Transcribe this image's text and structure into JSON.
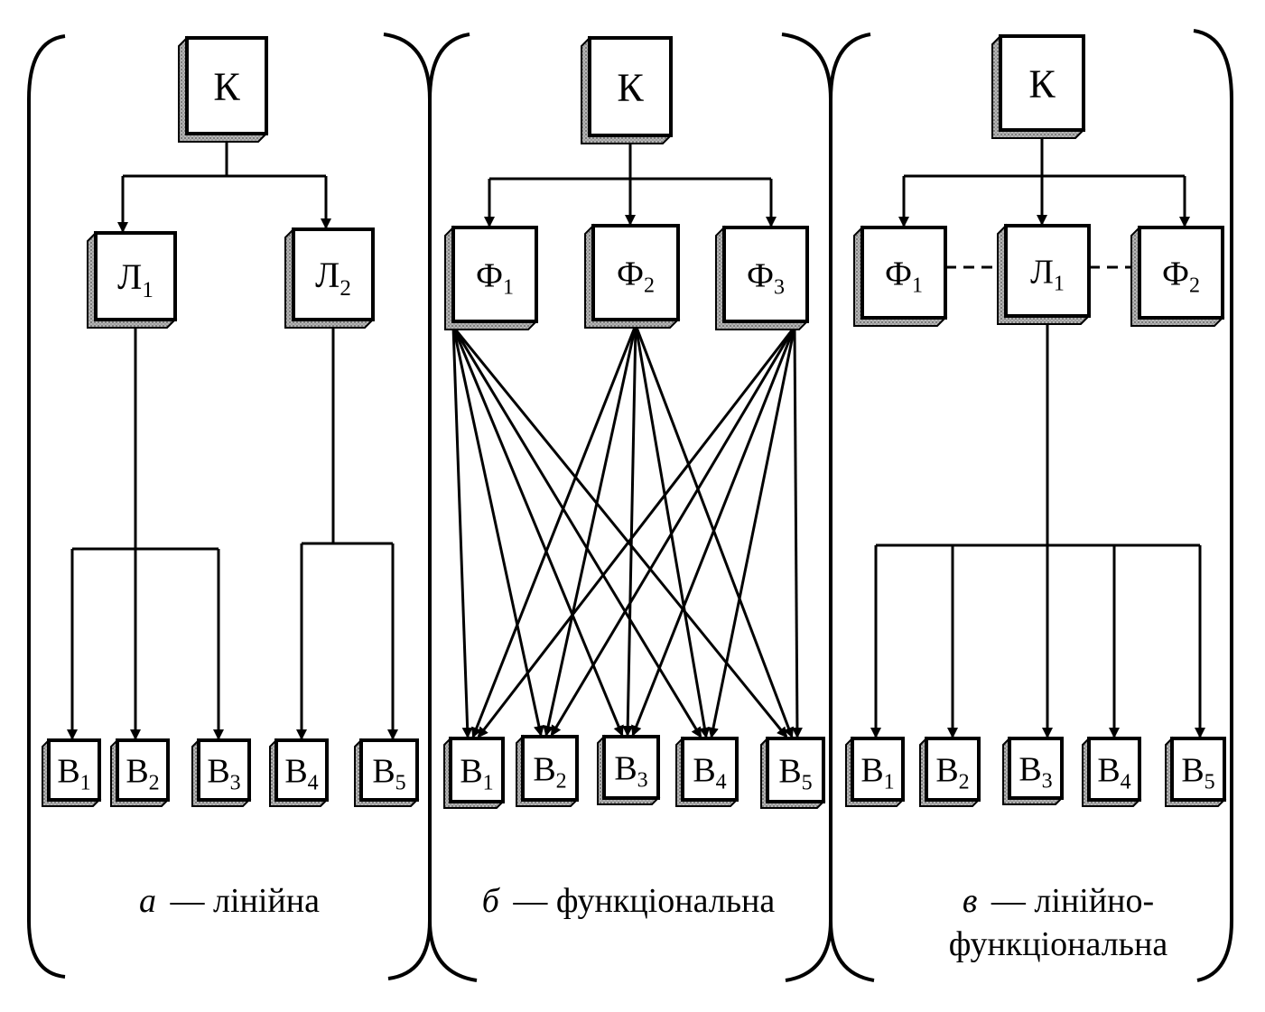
{
  "panels": [
    {
      "id": "linear",
      "caption_letter": "а",
      "caption_lines": [
        "— лінійна"
      ],
      "root": {
        "main": "К",
        "sub": ""
      },
      "mid": [
        {
          "main": "Л",
          "sub": "1"
        },
        {
          "main": "Л",
          "sub": "2"
        }
      ],
      "bottom": [
        {
          "main": "В",
          "sub": "1"
        },
        {
          "main": "В",
          "sub": "2"
        },
        {
          "main": "В",
          "sub": "3"
        },
        {
          "main": "В",
          "sub": "4"
        },
        {
          "main": "В",
          "sub": "5"
        }
      ]
    },
    {
      "id": "functional",
      "caption_letter": "б",
      "caption_lines": [
        "— функціональна"
      ],
      "root": {
        "main": "К",
        "sub": ""
      },
      "mid": [
        {
          "main": "Ф",
          "sub": "1"
        },
        {
          "main": "Ф",
          "sub": "2"
        },
        {
          "main": "Ф",
          "sub": "3"
        }
      ],
      "bottom": [
        {
          "main": "В",
          "sub": "1"
        },
        {
          "main": "В",
          "sub": "2"
        },
        {
          "main": "В",
          "sub": "3"
        },
        {
          "main": "В",
          "sub": "4"
        },
        {
          "main": "В",
          "sub": "5"
        }
      ]
    },
    {
      "id": "linear-functional",
      "caption_letter": "в",
      "caption_lines": [
        "— лінійно-",
        "функціональна"
      ],
      "root": {
        "main": "К",
        "sub": ""
      },
      "mid": [
        {
          "main": "Ф",
          "sub": "1"
        },
        {
          "main": "Л",
          "sub": "1"
        },
        {
          "main": "Ф",
          "sub": "2"
        }
      ],
      "bottom": [
        {
          "main": "В",
          "sub": "1"
        },
        {
          "main": "В",
          "sub": "2"
        },
        {
          "main": "В",
          "sub": "3"
        },
        {
          "main": "В",
          "sub": "4"
        },
        {
          "main": "В",
          "sub": "5"
        }
      ]
    }
  ],
  "colors": {
    "line": "#000000",
    "shadow": "#8a8a8a",
    "box_fill": "#ffffff"
  }
}
